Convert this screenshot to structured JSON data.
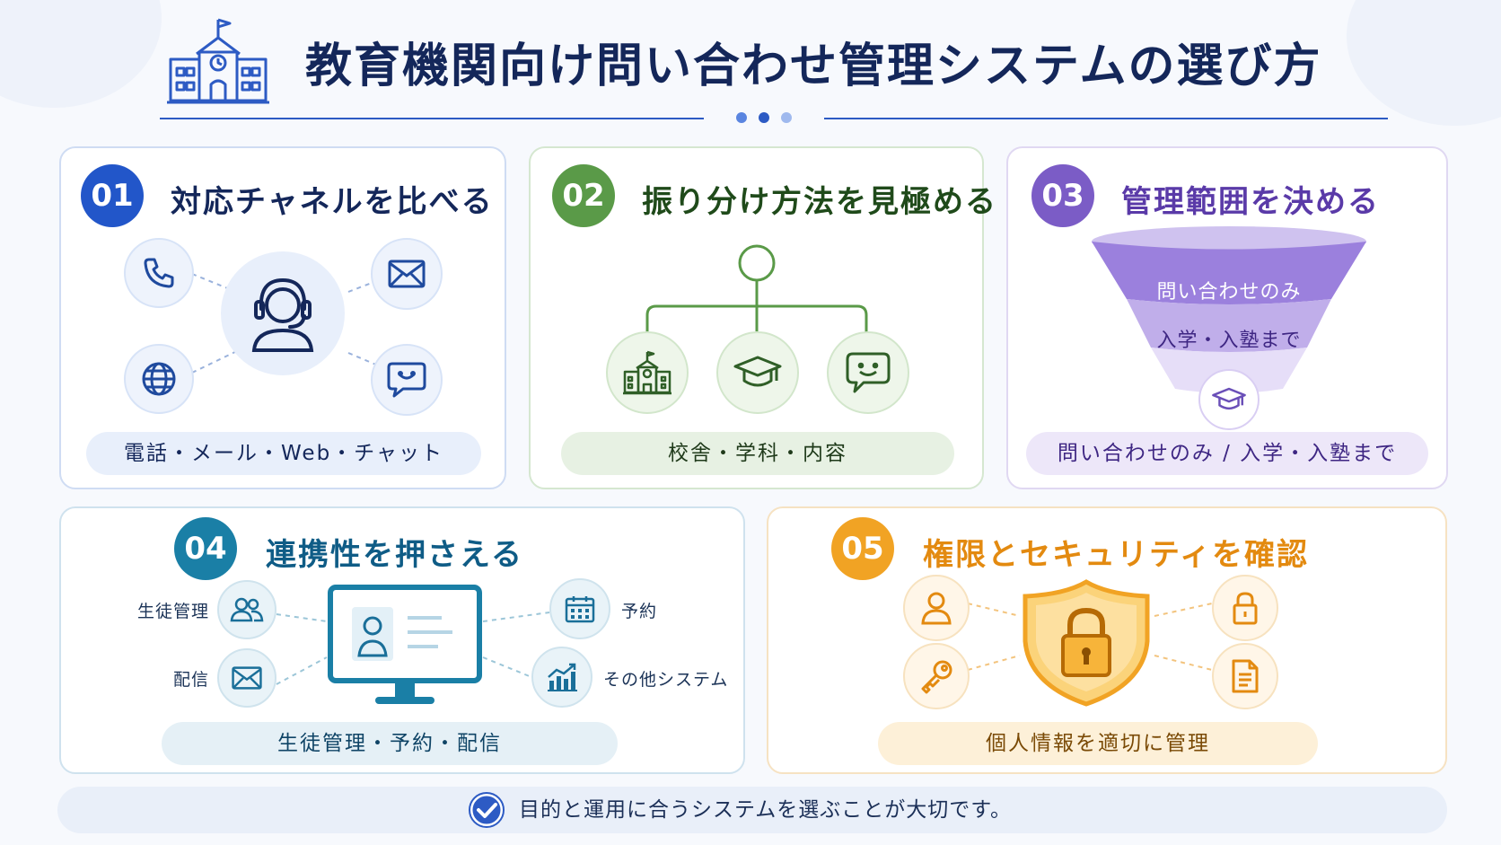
{
  "title": "教育機関向け問い合わせ管理システムの選び方",
  "colors": {
    "navy": "#14275a",
    "blue": "#2d5bc4",
    "green": "#5a9a48",
    "purple": "#7b5cc6",
    "teal": "#1a7fa6",
    "orange": "#f1a324"
  },
  "cards": [
    {
      "number": "01",
      "title": "対応チャネルを比べる",
      "pill": "電話・メール・Web・チャット",
      "icons": [
        "support-agent-icon",
        "phone-icon",
        "mail-icon",
        "globe-icon",
        "chat-icon"
      ]
    },
    {
      "number": "02",
      "title": "振り分け方法を見極める",
      "pill": "校舎・学科・内容",
      "icons": [
        "school-building-icon",
        "graduation-cap-icon",
        "smile-chat-icon"
      ]
    },
    {
      "number": "03",
      "title": "管理範囲を決める",
      "pill": "問い合わせのみ / 入学・入塾まで",
      "funnel": [
        "問い合わせのみ",
        "入学・入塾まで"
      ],
      "icons": [
        "graduation-cap-icon"
      ]
    },
    {
      "number": "04",
      "title": "連携性を押さえる",
      "pill": "生徒管理・予約・配信",
      "labels": [
        "生徒管理",
        "配信",
        "予約",
        "その他システム"
      ],
      "icons": [
        "users-icon",
        "mail-icon",
        "monitor-profile-icon",
        "calendar-icon",
        "bar-chart-icon"
      ]
    },
    {
      "number": "05",
      "title": "権限とセキュリティを確認",
      "pill": "個人情報を適切に管理",
      "icons": [
        "user-icon",
        "key-icon",
        "shield-lock-icon",
        "lock-icon",
        "document-icon"
      ]
    }
  ],
  "footer": "目的と運用に合うシステムを選ぶことが大切です。"
}
